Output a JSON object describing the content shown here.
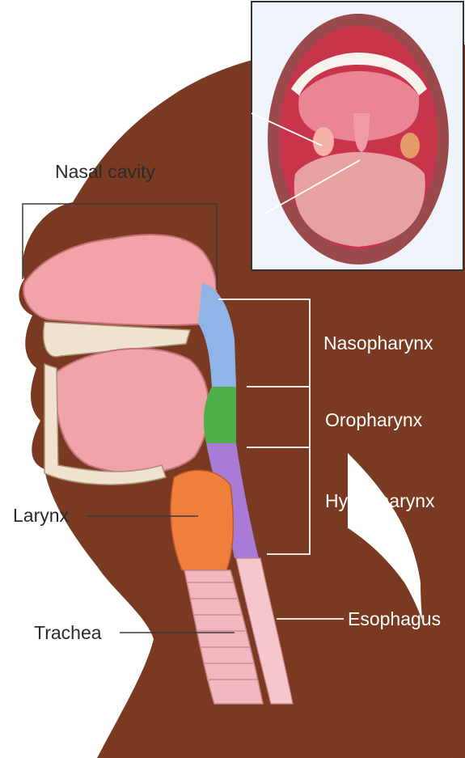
{
  "labels": {
    "nasal_cavity": "Nasal cavity",
    "nasopharynx": "Nasopharynx",
    "oropharynx": "Oropharynx",
    "hypopharynx": "Hypopharynx",
    "larynx": "Larynx",
    "trachea": "Trachea",
    "esophagus": "Esophagus"
  },
  "colors": {
    "skin": "#7a3a22",
    "nasal_tissue": "#f2a3a8",
    "nasopharynx": "#8fb4e8",
    "oropharynx": "#4fae4a",
    "hypopharynx": "#a77bd6",
    "larynx": "#f07f3c",
    "trachea": "#f3b8bf",
    "bone": "#efe3cf"
  },
  "icons": [
    "head-cross-section",
    "open-mouth-inset"
  ]
}
